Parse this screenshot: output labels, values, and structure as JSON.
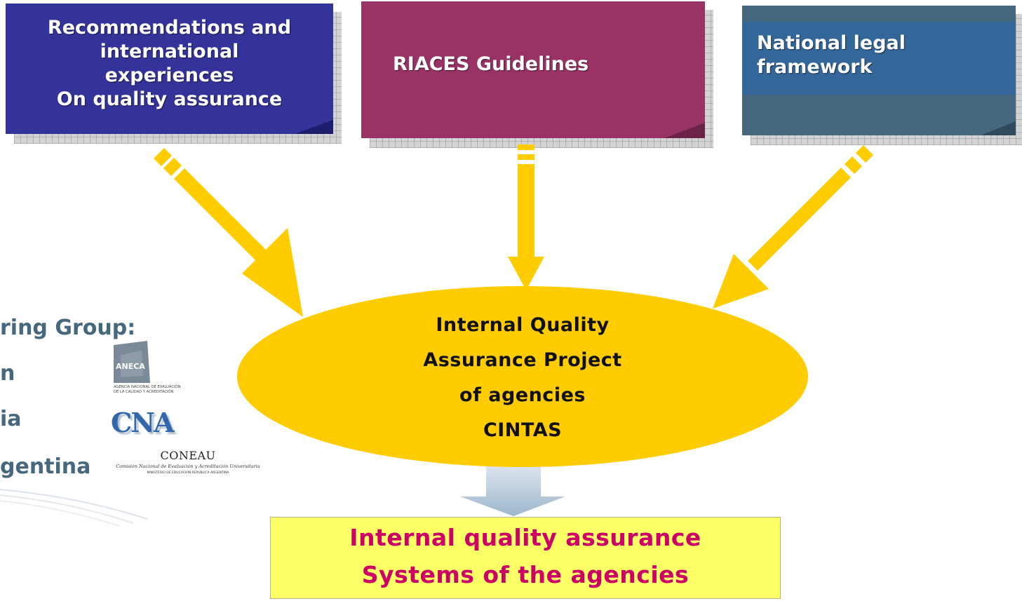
{
  "boxes": {
    "recommendations": [
      "Recommendations and",
      "international",
      "experiences",
      "On quality assurance"
    ],
    "riaces": "RIACES Guidelines",
    "legal": [
      "National legal",
      "framework"
    ]
  },
  "center": [
    "Internal Quality",
    "Assurance Project",
    "of agencies",
    "CINTAS"
  ],
  "result": [
    "Internal quality assurance",
    "Systems of the agencies"
  ],
  "left_labels": [
    "ring Group:",
    "n",
    "ia",
    "gentina"
  ],
  "logos": {
    "aneca": {
      "name": "ANECA",
      "subtitle_1": "AGENCIA NACIONAL DE EVALUACIÓN",
      "subtitle_2": "DE LA CALIDAD Y ACREDITACIÓN"
    },
    "cna": {
      "name": "CNA"
    },
    "coneau": {
      "name": "CONEAU",
      "script": "Comisión Nacional de Evaluación y Acreditación Universitaria",
      "subtitle": "MINISTERIO DE EDUCACION REPUBLICA ARGENTINA"
    }
  },
  "colors": {
    "box_recommendations": "#333399",
    "box_riaces": "#993366",
    "box_legal": "#46687f",
    "box_legal_band": "#336699",
    "arrows": "#ffcc00",
    "ellipse": "#ffcc00",
    "result_bg": "#ffff66",
    "result_text": "#cc0066"
  }
}
